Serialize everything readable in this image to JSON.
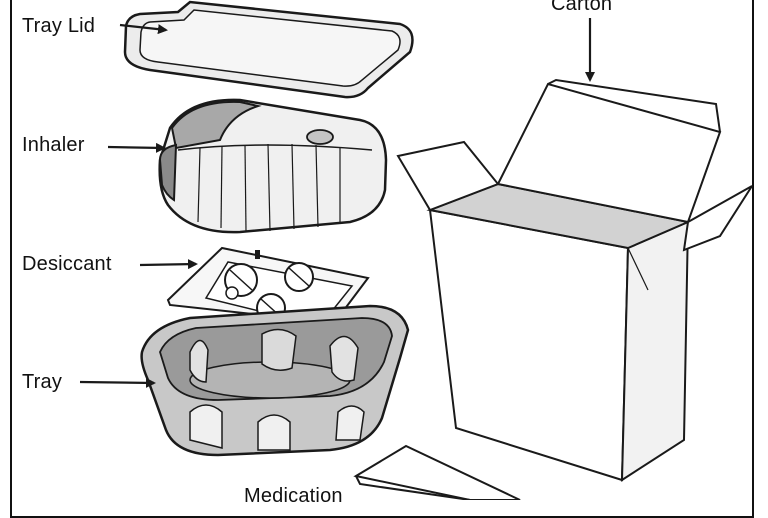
{
  "labels": {
    "tray_lid": "Tray Lid",
    "inhaler": "Inhaler",
    "desiccant": "Desiccant",
    "tray": "Tray",
    "carton": "Carton",
    "medication": "Medication"
  },
  "colors": {
    "outline": "#1a1a1a",
    "light_gray": "#e6e6e6",
    "mid_gray": "#b5b5b5",
    "dark_gray": "#8a8a8a"
  }
}
